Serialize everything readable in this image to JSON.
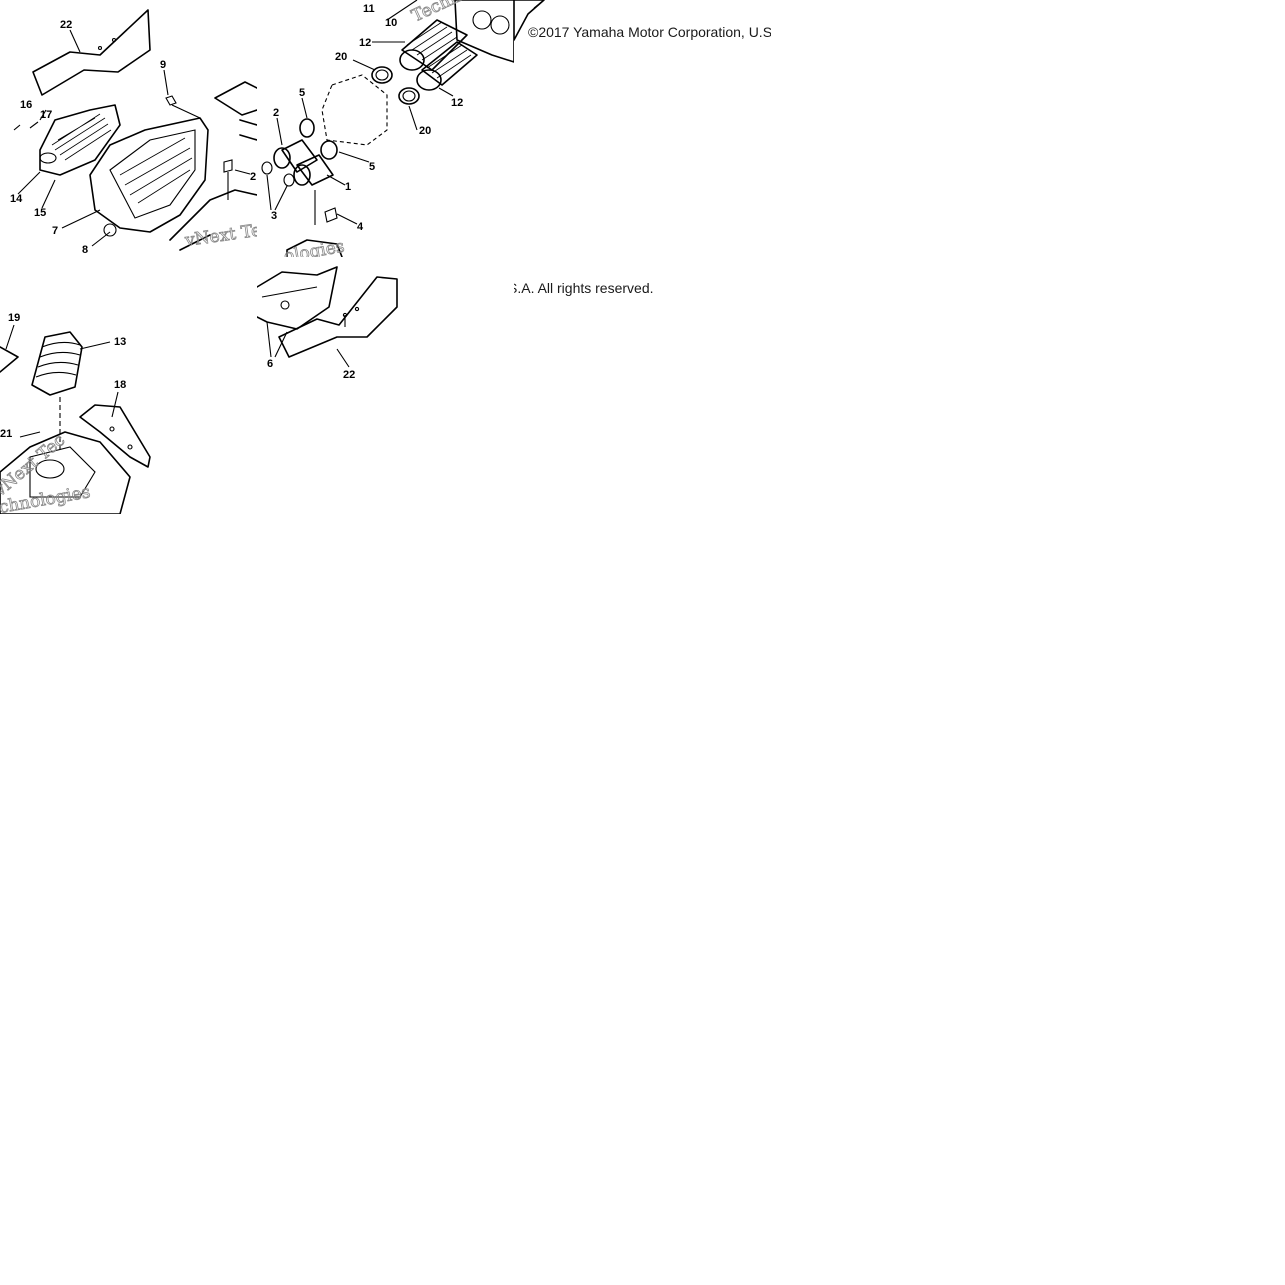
{
  "copyright": {
    "line1": "©2017 Yamaha Motor Corporation, U.S",
    "line2": "S.A. All rights reserved."
  },
  "watermark": {
    "line1": "vNext Te",
    "line2": "chnologies",
    "line3": "Techn",
    "line4": "ologies",
    "line5": "vNext Tec"
  },
  "labels": {
    "l22a": "22",
    "l9": "9",
    "l16": "16",
    "l17": "17",
    "l14": "14",
    "l15": "15",
    "l7": "7",
    "l8": "8",
    "l11": "11",
    "l10": "10",
    "l12a": "12",
    "l12b": "12",
    "l20a": "20",
    "l20b": "20",
    "l2": "2",
    "l5a": "5",
    "l5b": "5",
    "l1": "1",
    "l3": "3",
    "l4": "4",
    "l6": "6",
    "l22b": "22",
    "l19": "19",
    "l13": "13",
    "l18": "18",
    "l21": "21",
    "l2b": "2"
  }
}
